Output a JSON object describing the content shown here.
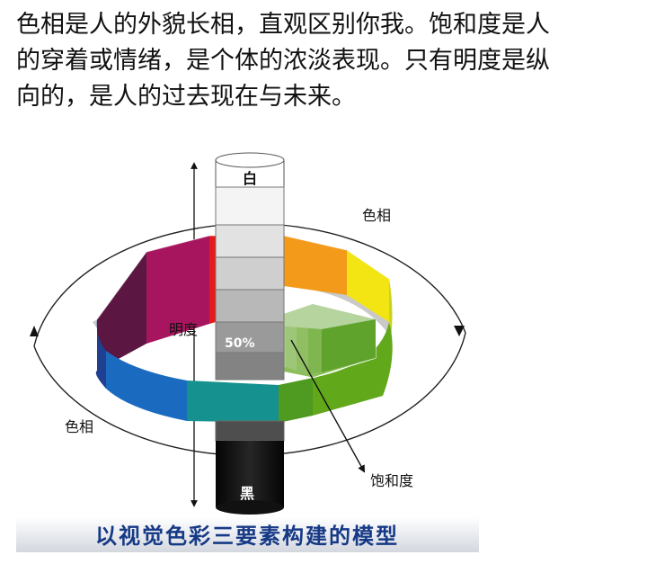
{
  "post": {
    "lines": [
      "色相是人的外貌长相，直观区别你我。饱和度是人",
      "的穿着或情绪，是个体的浓淡表现。只有明度是纵",
      "向的，是人的过去现在与未来。"
    ]
  },
  "diagram": {
    "top_label": "白",
    "bottom_label": "黑",
    "mid_label": "50%",
    "lightness_label": "明度",
    "hue_label_right": "色相",
    "hue_label_left": "色相",
    "saturation_label": "饱和度",
    "caption": "以视觉色彩三要素构建的模型"
  },
  "colors": {
    "caption_text": "#173a86",
    "text": "#111111"
  }
}
